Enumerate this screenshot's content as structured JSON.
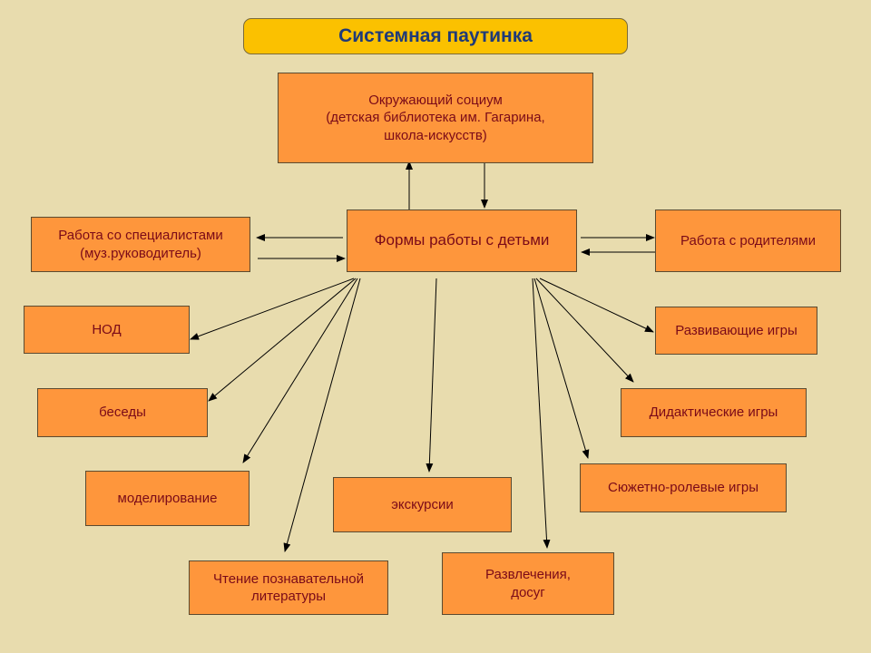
{
  "title": "Системная паутинка",
  "nodes": {
    "society": "Окружающий социум\n(детская библиотека им. Гагарина,\nшкола-искусств)",
    "center": "Формы работы с детьми",
    "specialists": "Работа со специалистами\n(муз.руководитель)",
    "parents": "Работа с родителями",
    "nod": "НОД",
    "talks": "беседы",
    "modeling": "моделирование",
    "reading": "Чтение познавательной\nлитературы",
    "excursions": "экскурсии",
    "entertainment": "Развлечения,\nдосуг",
    "developing_games": "Развивающие игры",
    "didactic_games": "Дидактические игры",
    "role_games": "Сюжетно-ролевые игры"
  },
  "colors": {
    "background": "#e8dcae",
    "box_fill": "#fe963c",
    "title_fill": "#fbc100",
    "title_text": "#1f3a78",
    "box_text": "#7a0a18"
  }
}
